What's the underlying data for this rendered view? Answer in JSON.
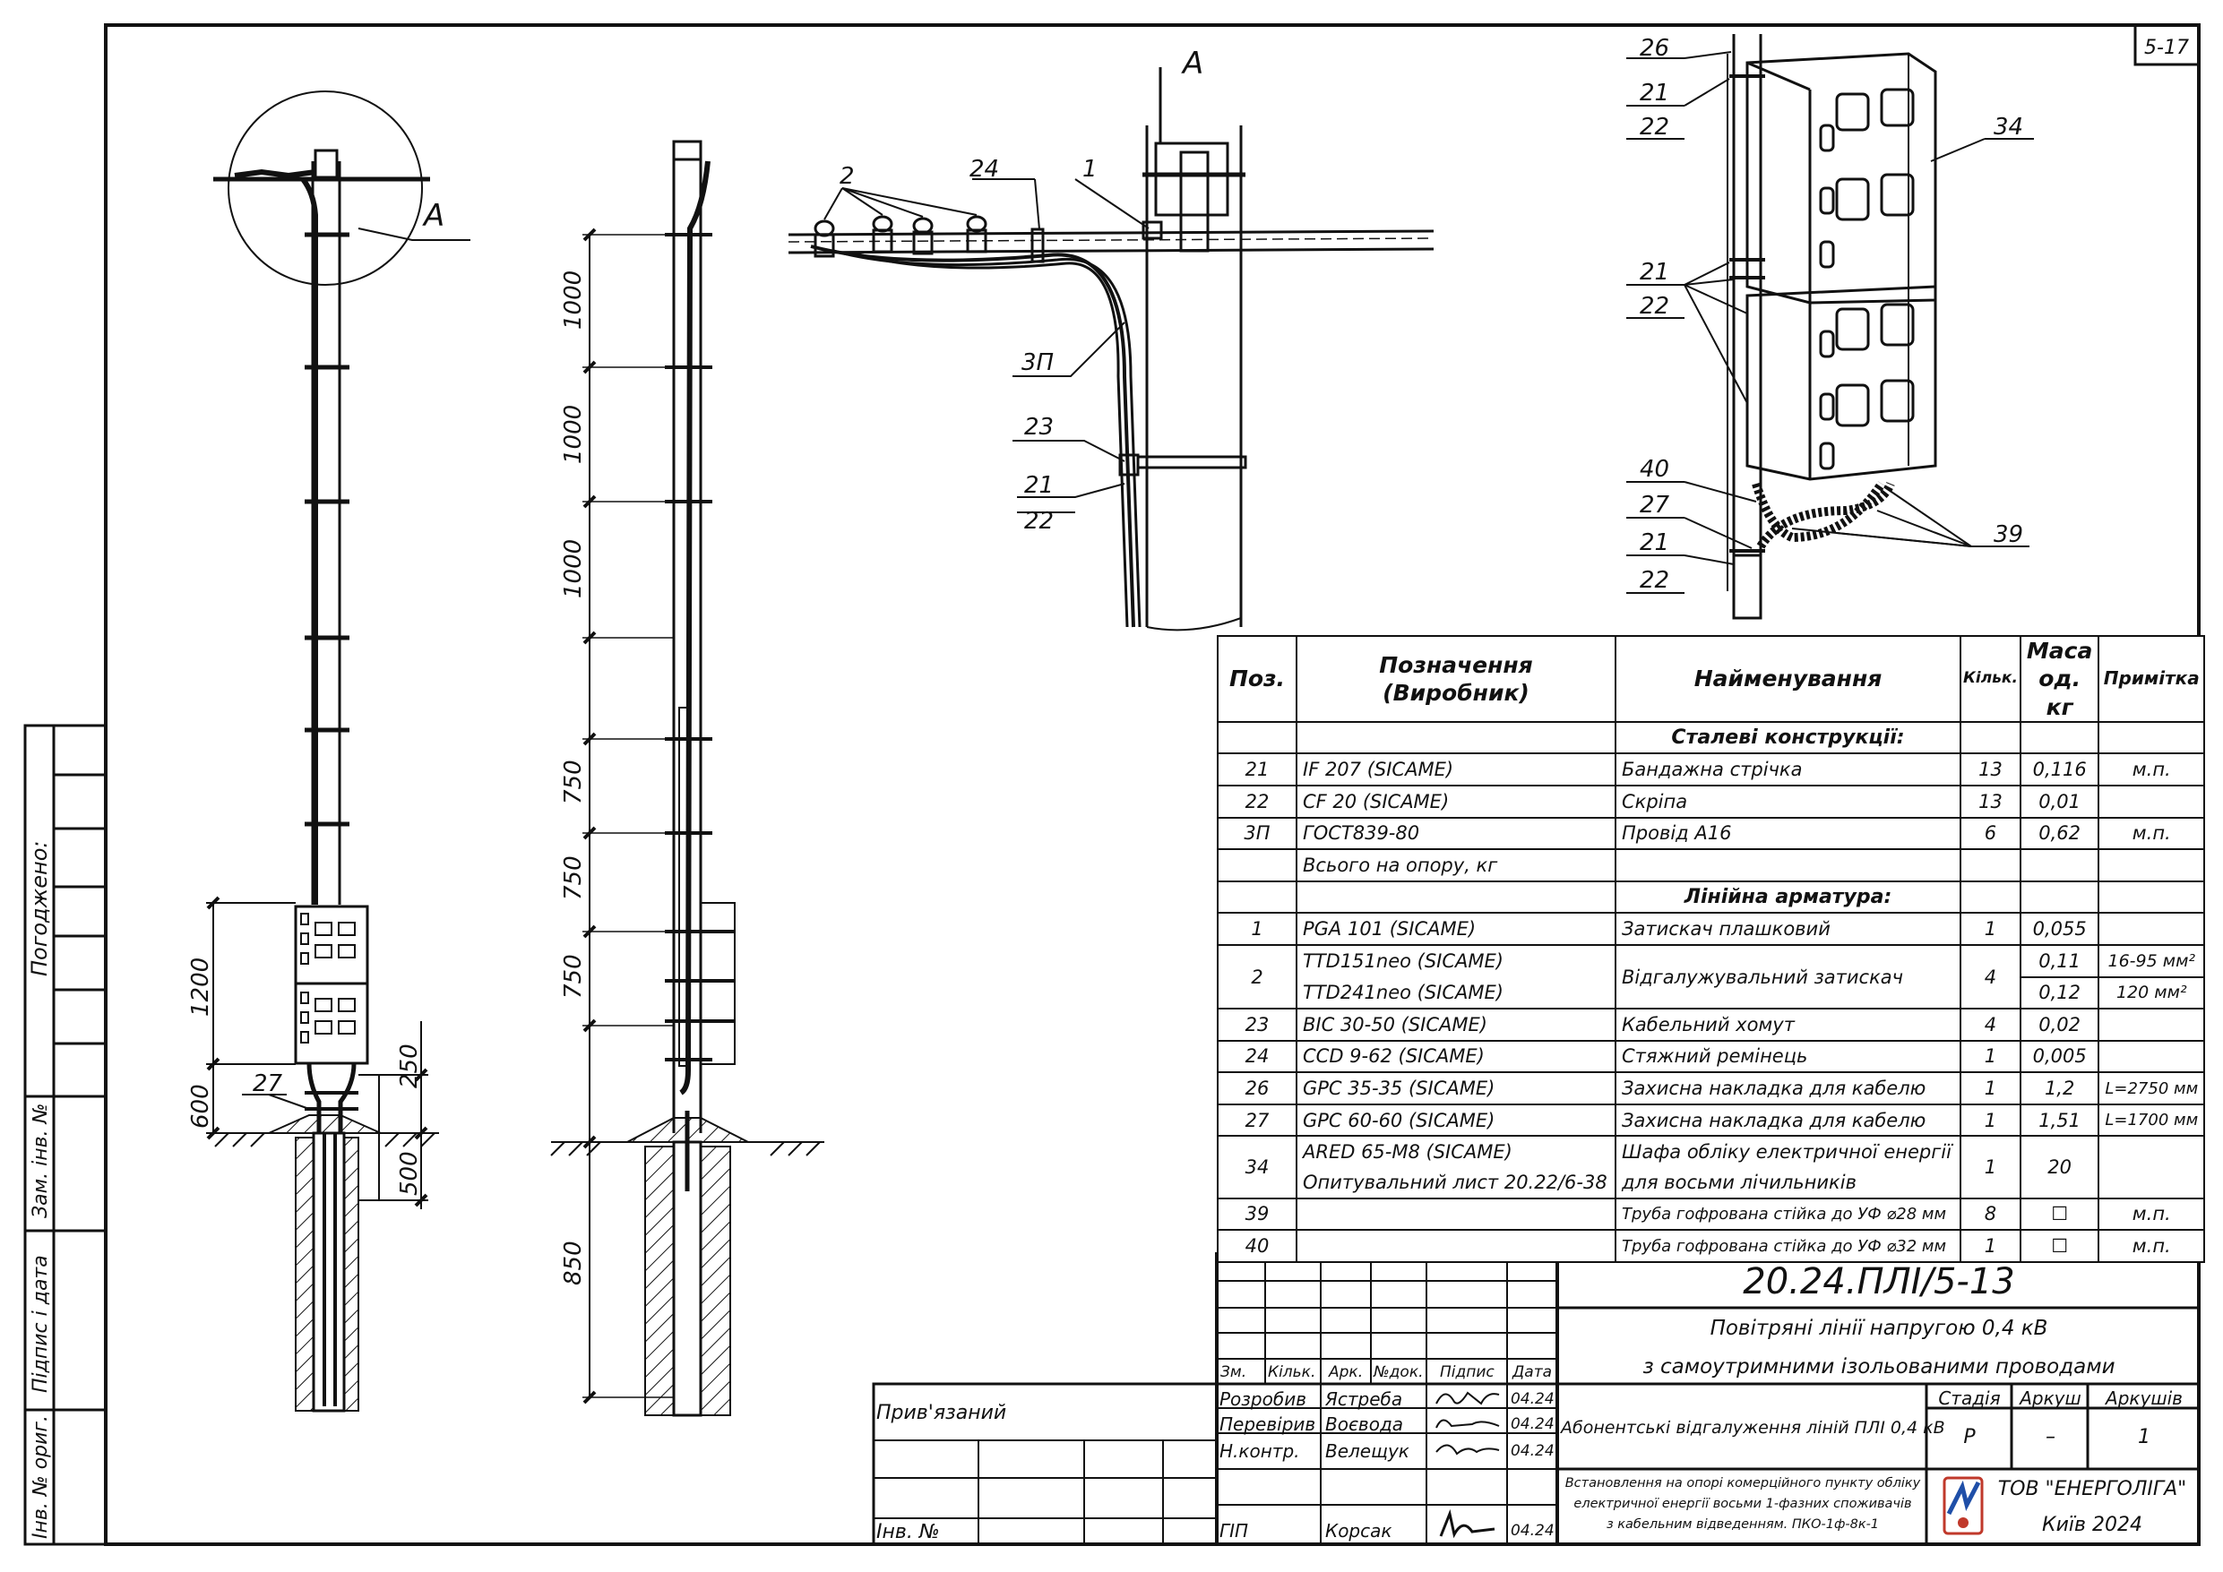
{
  "sheet": {
    "number": "5-17"
  },
  "views": {
    "pole_view_label": "А",
    "detail_label": "А",
    "dimensions_side": [
      "1000",
      "1000",
      "1000",
      "750",
      "750",
      "750",
      "850"
    ],
    "dimensions_front": [
      "1200",
      "600",
      "250",
      "500"
    ],
    "front_callout": "27"
  },
  "detail_callouts": [
    "2",
    "24",
    "1",
    "3П",
    "23",
    "21",
    "22"
  ],
  "cabinet_callouts": [
    "26",
    "21",
    "22",
    "34",
    "21",
    "22",
    "40",
    "27",
    "21",
    "22",
    "39"
  ],
  "side_labels": {
    "approved": "Погоджено:",
    "replaced_inv": "Зам. інв. №",
    "sign_date": "Підпис і дата",
    "inv_original": "Інв. № ориг."
  },
  "spec_table": {
    "headers": {
      "pos": "Поз.",
      "designation": "Позначення (Виробник)",
      "name": "Найменування",
      "qty": "Кільк.",
      "mass": "Маса од. кг",
      "note": "Примітка"
    },
    "sections": {
      "steel": "Сталеві конструкції:",
      "line": "Лінійна арматура:"
    },
    "rows": [
      {
        "pos": "21",
        "des": "IF 207  (SICAME)",
        "name": "Бандажна стрічка",
        "qty": "13",
        "mass": "0,116",
        "note": "м.п."
      },
      {
        "pos": "22",
        "des": "CF 20  (SICAME)",
        "name": "Скріпа",
        "qty": "13",
        "mass": "0,01",
        "note": ""
      },
      {
        "pos": "3П",
        "des": "ГОСТ839-80",
        "name": "Провід А16",
        "qty": "6",
        "mass": "0,62",
        "note": "м.п."
      },
      {
        "pos": "",
        "des": "Всього на опору, кг",
        "name": "",
        "qty": "",
        "mass": "",
        "note": ""
      },
      {
        "pos": "1",
        "des": "PGA 101  (SICAME)",
        "name": "Затискач плашковий",
        "qty": "1",
        "mass": "0,055",
        "note": ""
      },
      {
        "pos": "2",
        "des": "TTD151neo  (SICAME)",
        "des2": "TTD241neo  (SICAME)",
        "name": "Відгалужувальний затискач",
        "qty": "4",
        "mass": "0,11",
        "mass2": "0,12",
        "note": "16-95 мм²",
        "note2": "120 мм²"
      },
      {
        "pos": "23",
        "des": "BIC 30-50  (SICAME)",
        "name": "Кабельний хомут",
        "qty": "4",
        "mass": "0,02",
        "note": ""
      },
      {
        "pos": "24",
        "des": "CCD 9-62  (SICAME)",
        "name": "Стяжний ремінець",
        "qty": "1",
        "mass": "0,005",
        "note": ""
      },
      {
        "pos": "26",
        "des": "GPC 35-35  (SICAME)",
        "name": "Захисна накладка для кабелю",
        "qty": "1",
        "mass": "1,2",
        "note": "L=2750 мм"
      },
      {
        "pos": "27",
        "des": "GPC 60-60  (SICAME)",
        "name": "Захисна накладка для кабелю",
        "qty": "1",
        "mass": "1,51",
        "note": "L=1700 мм"
      },
      {
        "pos": "34",
        "des": "ARED 65-M8  (SICAME)",
        "des2": "Опитувальний лист 20.22/6-38",
        "name": "Шафа обліку електричної енергії",
        "name2": "для восьми лічильників",
        "qty": "1",
        "mass": "20",
        "note": ""
      },
      {
        "pos": "39",
        "des": "",
        "name": "Труба гофрована стійка до УФ ⌀28 мм",
        "qty": "8",
        "mass": "☐",
        "note": "м.п."
      },
      {
        "pos": "40",
        "des": "",
        "name": "Труба гофрована стійка до УФ ⌀32 мм",
        "qty": "1",
        "mass": "☐",
        "note": "м.п."
      }
    ]
  },
  "title_block": {
    "doc_code": "20.24.ПЛІ/5-13",
    "title_line1": "Повітряні лінії напругою 0,4 кВ",
    "title_line2": "з самоутримними ізольованими проводами",
    "rev_headers": [
      "Зм.",
      "Кільк.",
      "Арк.",
      "№док.",
      "Підпис",
      "Дата"
    ],
    "roles": [
      {
        "role": "Розробив",
        "name": "Ястреба",
        "date": "04.24"
      },
      {
        "role": "Перевірив",
        "name": "Воєвода",
        "date": "04.24"
      },
      {
        "role": "Н.контр.",
        "name": "Велещук",
        "date": "04.24"
      },
      {
        "role": "",
        "name": "",
        "date": ""
      },
      {
        "role": "ГІП",
        "name": "Корсак",
        "date": "04.24"
      }
    ],
    "sheet_name": "Абонентські відгалуження ліній ПЛІ 0,4 кВ",
    "stage_label": "Стадія",
    "sheet_label": "Аркуш",
    "sheets_label": "Аркушів",
    "stage": "Р",
    "sheet": "–",
    "sheets": "1",
    "description": [
      "Встановлення на опорі комерційного пункту обліку",
      "електричної енергії восьми 1-фазних споживачів",
      "з кабельним відведенням. ПКО-1ф-8к-1"
    ],
    "company": "ТОВ \"ЕНЕРГОЛІГА\"",
    "city_year": "Київ 2024",
    "linked": "Прив'язаний",
    "inv_no": "Інв. №"
  }
}
